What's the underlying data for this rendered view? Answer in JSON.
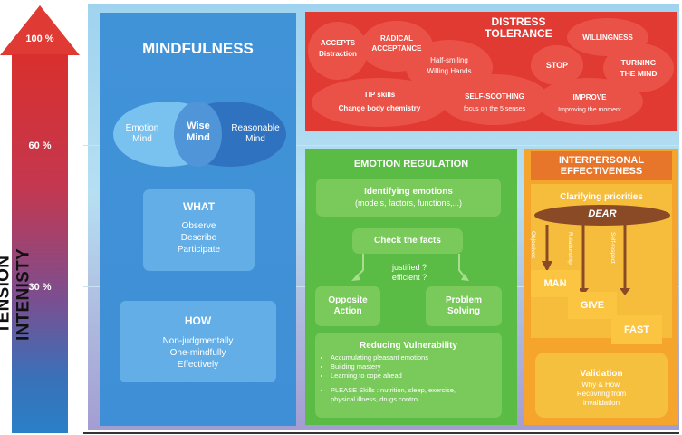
{
  "intensity_axis": {
    "title": "TENSION INTENISTY",
    "ticks": [
      "100 %",
      "60 %",
      "30 %"
    ]
  },
  "mindfulness": {
    "title": "MINDFULNESS",
    "emotion_mind": [
      "Emotion",
      "Mind"
    ],
    "wise_mind": [
      "Wise",
      "Mind"
    ],
    "reasonable_mind": [
      "Reasonable",
      "Mind"
    ],
    "what": {
      "title": "WHAT",
      "items": [
        "Observe",
        "Describe",
        "Participate"
      ]
    },
    "how": {
      "title": "HOW",
      "items": [
        "Non-judgmentally",
        "One-mindfully",
        "Effectively"
      ]
    }
  },
  "distress_tolerance": {
    "title": [
      "DISTRESS",
      "TOLERANCE"
    ],
    "accepts": [
      "ACCEPTS",
      "Distraction"
    ],
    "radical": [
      "RADICAL",
      "ACCEPTANCE"
    ],
    "half_smiling": [
      "Half-smiling",
      "Willing Hands"
    ],
    "willingness": "WILLINGNESS",
    "stop": "STOP",
    "turning": [
      "TURNING",
      "THE MIND"
    ],
    "tip": [
      "TIP skills",
      "Change body chemistry"
    ],
    "self_soothing": [
      "SELF-SOOTHING",
      "focus on the 5 senses"
    ],
    "improve": [
      "IMPROVE",
      "Improving the moment"
    ]
  },
  "emotion_regulation": {
    "title": "EMOTION REGULATION",
    "identifying": [
      "Identifying emotions",
      "(models, factors, functions,...)"
    ],
    "check_facts": "Check the facts",
    "question": [
      "justified ?",
      "efficient ?"
    ],
    "opposite": [
      "Opposite",
      "Action"
    ],
    "problem": [
      "Problem",
      "Solving"
    ],
    "reducing": {
      "title": "Reducing Vulnerability",
      "items": [
        "Accumulating pleasant emotions",
        "Building mastery",
        "Learning to cope ahead"
      ],
      "please": [
        "PLEASE Skills : nutrition, sleep, exercise,",
        "physical illness, drugs control"
      ]
    }
  },
  "interpersonal": {
    "title": [
      "INTERPERSONAL",
      "EFFECTIVENESS"
    ],
    "clarifying": "Clarifying priorities",
    "dear": "DEAR",
    "arrows": [
      "Objectives",
      "Relationship",
      "Self-respect"
    ],
    "man": "MAN",
    "give": "GIVE",
    "fast": "FAST",
    "validation": {
      "title": "Validation",
      "lines": [
        "Why & How,",
        "Recovring from",
        "invalidation"
      ]
    }
  },
  "colors": {
    "mindfulness": "#3f8fd6",
    "distress": "#e03a32",
    "emotion": "#5bbc45",
    "interpersonal": "#f5a52c"
  }
}
